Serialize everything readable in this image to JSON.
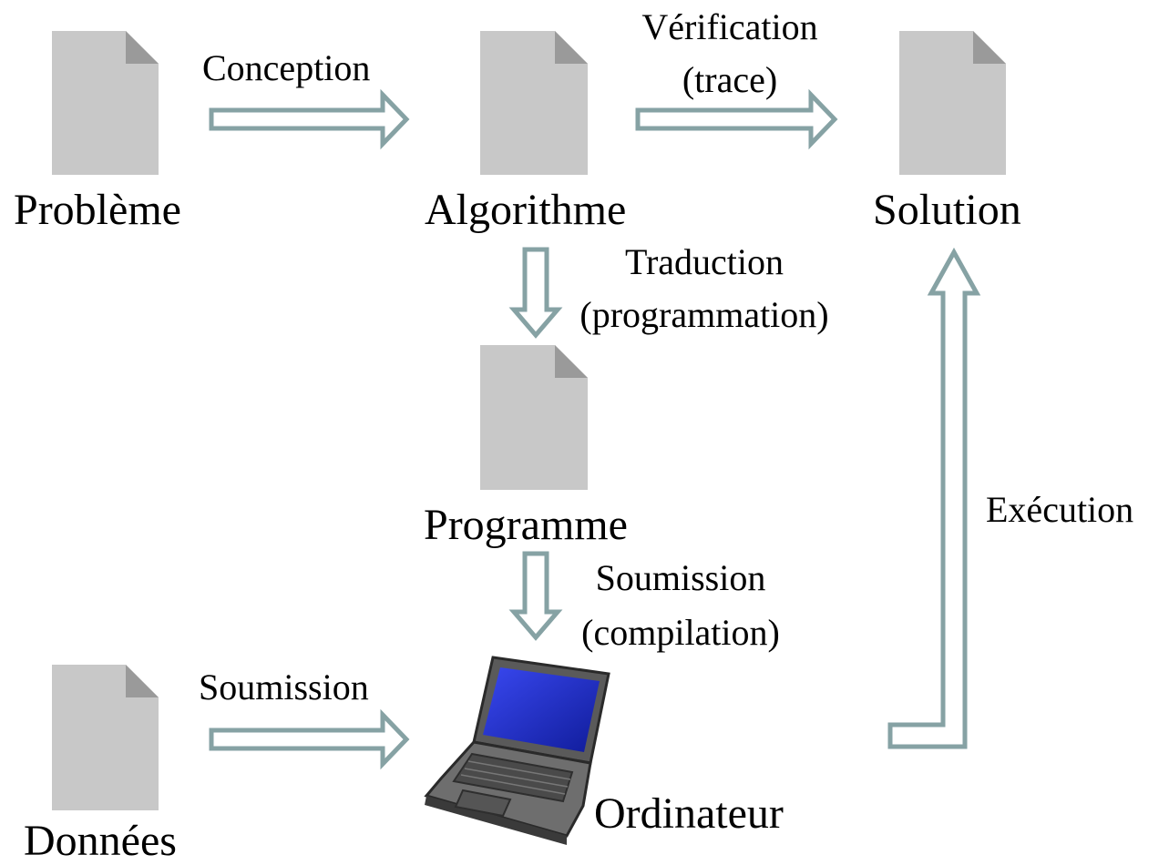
{
  "nodes": {
    "probleme": "Problème",
    "algorithme": "Algorithme",
    "solution": "Solution",
    "programme": "Programme",
    "donnees": "Données",
    "ordinateur": "Ordinateur"
  },
  "edges": {
    "conception": "Conception",
    "verification_line1": "Vérification",
    "verification_line2": "(trace)",
    "traduction_line1": "Traduction",
    "traduction_line2": "(programmation)",
    "soumission_compilation_line1": "Soumission",
    "soumission_compilation_line2": "(compilation)",
    "soumission_donnees": "Soumission",
    "execution": "Exécution"
  },
  "colors": {
    "document": "#c8c8c8",
    "document_fold": "#9a9a9a",
    "arrow_stroke": "#86a2a4",
    "screen": "#1e2ad6",
    "laptop_body": "#6e6e6e"
  }
}
